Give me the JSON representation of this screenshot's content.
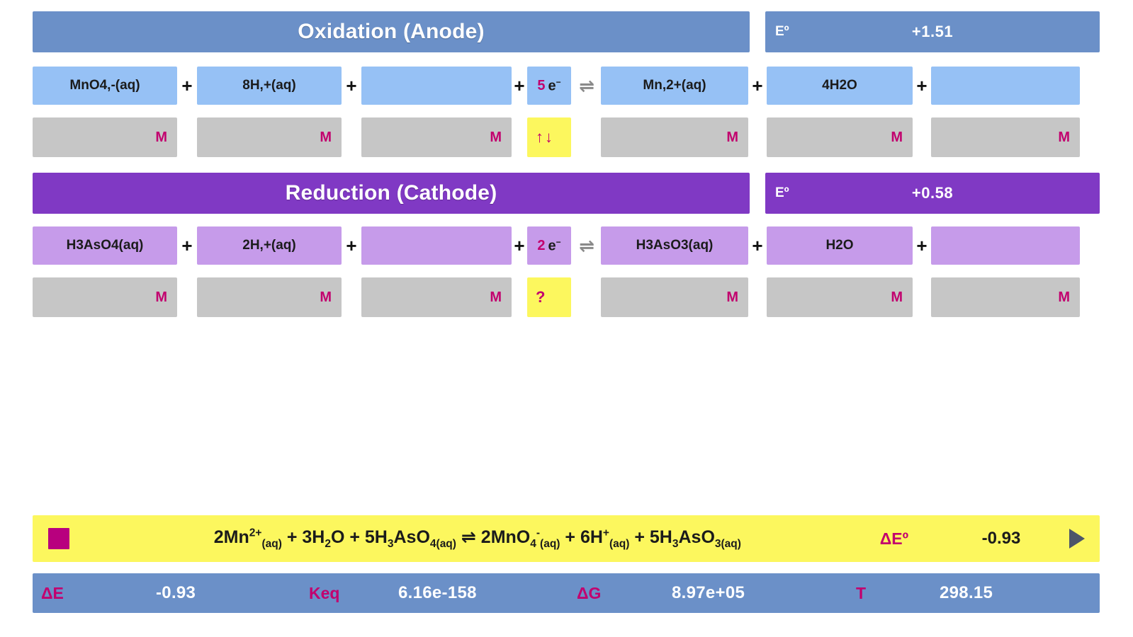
{
  "oxidation": {
    "title": "Oxidation (Anode)",
    "potential_label": "Eº",
    "potential_value": "+1.51",
    "reactants": [
      {
        "formula": "MnO4,-(aq)",
        "molar": "M"
      },
      {
        "formula": "8H,+(aq)",
        "molar": "M"
      },
      {
        "formula": "",
        "molar": "M"
      }
    ],
    "electrons": {
      "count": "5",
      "symbol": "e",
      "charge": "−",
      "molar_hint": "↑↓"
    },
    "arrow": "⇌",
    "products": [
      {
        "formula": "Mn,2+(aq)",
        "molar": "M"
      },
      {
        "formula": "4H2O",
        "molar": "M"
      },
      {
        "formula": "",
        "molar": "M"
      }
    ],
    "plus": "+"
  },
  "reduction": {
    "title": "Reduction (Cathode)",
    "potential_label": "Eº",
    "potential_value": "+0.58",
    "reactants": [
      {
        "formula": "H3AsO4(aq)",
        "molar": "M"
      },
      {
        "formula": "2H,+(aq)",
        "molar": "M"
      },
      {
        "formula": "",
        "molar": "M"
      }
    ],
    "electrons": {
      "count": "2",
      "symbol": "e",
      "charge": "−",
      "molar_hint": "?"
    },
    "arrow": "⇌",
    "products": [
      {
        "formula": "H3AsO3(aq)",
        "molar": "M"
      },
      {
        "formula": "H2O",
        "molar": "M"
      },
      {
        "formula": "",
        "molar": "M"
      }
    ],
    "plus": "+"
  },
  "overall": {
    "swatch_color": "#b8007e",
    "equation_html": "2Mn<sup>2+</sup><sub>(aq)</sub> + 3H<sub>2</sub>O + 5H<sub>3</sub>AsO<sub>4(aq)</sub> ⇌ 2MnO<sub>4</sub><sup>-</sup><sub>(aq)</sub> + 6H<sup>+</sup><sub>(aq)</sub> + 5H<sub>3</sub>AsO<sub>3(aq)</sub>",
    "equation_plain": "2Mn2+(aq) + 3H2O + 5H3AsO4(aq) ⇌ 2MnO4-(aq) + 6H+(aq) + 5H3AsO3(aq)",
    "delta_e_label": "ΔEº",
    "delta_e_value": "-0.93",
    "play_icon": "play-triangle"
  },
  "status": {
    "items": [
      {
        "label": "ΔE",
        "value": "-0.93"
      },
      {
        "label": "Keq",
        "value": "6.16e-158"
      },
      {
        "label": "ΔG",
        "value": "8.97e+05"
      },
      {
        "label": "T",
        "value": "298.15"
      }
    ]
  },
  "colors": {
    "header_blue": "#6b90c8",
    "cell_blue": "#96c1f5",
    "header_purple": "#8039c4",
    "cell_purple": "#c69bea",
    "molar_gray": "#c6c6c6",
    "highlight_yellow": "#fcf75e",
    "magenta": "#c2006e"
  }
}
